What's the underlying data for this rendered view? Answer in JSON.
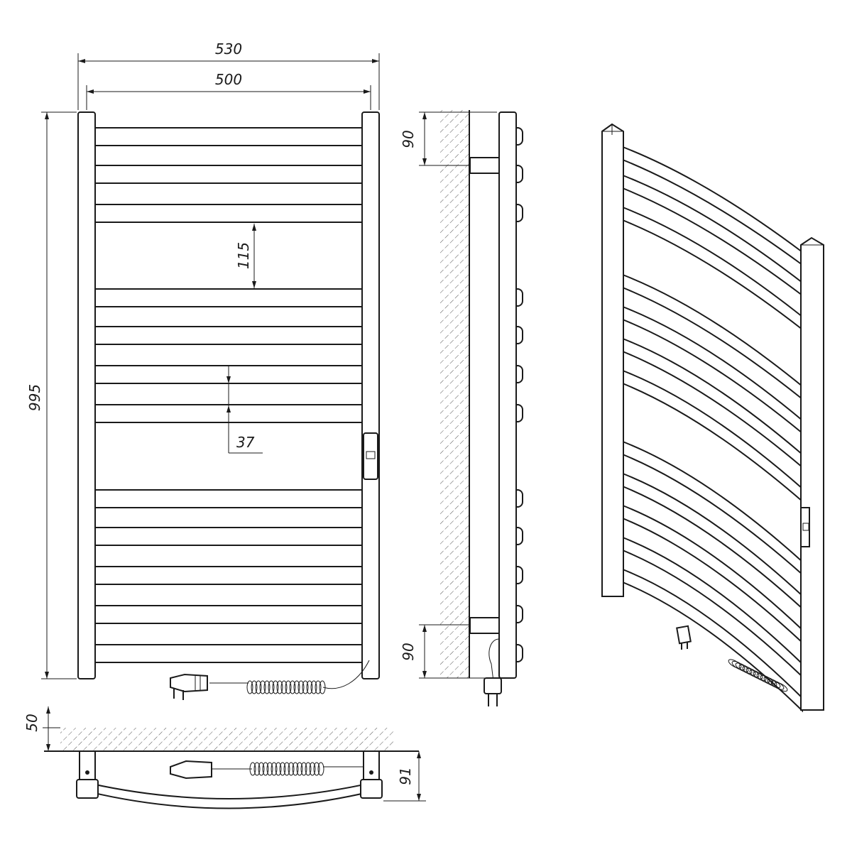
{
  "drawing": {
    "front_view": {
      "width_overall": "530",
      "width_centers": "500",
      "height_overall": "995",
      "gap_between_groups": "115",
      "rung_spacing": "37"
    },
    "side_view": {
      "bracket_top_offset": "90",
      "bracket_bottom_offset": "90"
    },
    "bottom_view": {
      "wall_distance": "50",
      "depth": "91"
    }
  },
  "colors": {
    "line": "#1a1a1a",
    "background": "#ffffff"
  }
}
